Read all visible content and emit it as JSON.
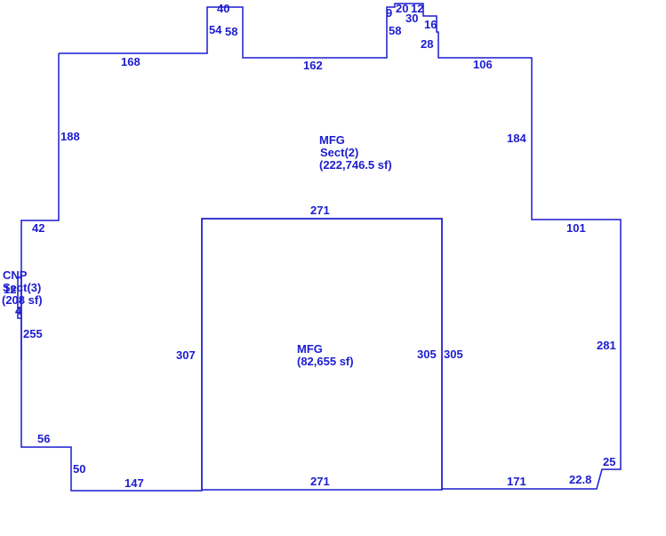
{
  "colors": {
    "line": "#1c1ccf",
    "background": "#ffffff"
  },
  "areas": {
    "mfg_sect2": {
      "name": "MFG",
      "section": "Sect(2)",
      "size": "(222,746.5 sf)"
    },
    "mfg_inner": {
      "name": "MFG",
      "size": "(82,655 sf)"
    },
    "cnp_sect3": {
      "name": "CNP",
      "section": "Sect(3)",
      "size": "(208 sf)"
    }
  },
  "dimensions": {
    "top_left_168": "168",
    "tower_width_40": "40",
    "tower_left_54": "54",
    "tower_right_58": "58",
    "top_mid_162": "162",
    "step_9": "9",
    "step_20": "20",
    "step_12": "12",
    "step_30": "30",
    "step_16": "16",
    "step_58": "58",
    "step_28": "28",
    "top_right_106": "106",
    "left_188": "188",
    "right_184": "184",
    "left_step_42": "42",
    "right_step_101": "101",
    "inner_top_271": "271",
    "inner_left_307": "307",
    "inner_right_305": "305",
    "outer_right_305": "305",
    "inner_bottom_271": "271",
    "cnp_12": "12",
    "cnp_4": "4",
    "left_255": "255",
    "right_281": "281",
    "left_bottom_56": "56",
    "left_bottom_50": "50",
    "bottom_147": "147",
    "bottom_171": "171",
    "corner_22_8": "22.8",
    "corner_25": "25"
  }
}
